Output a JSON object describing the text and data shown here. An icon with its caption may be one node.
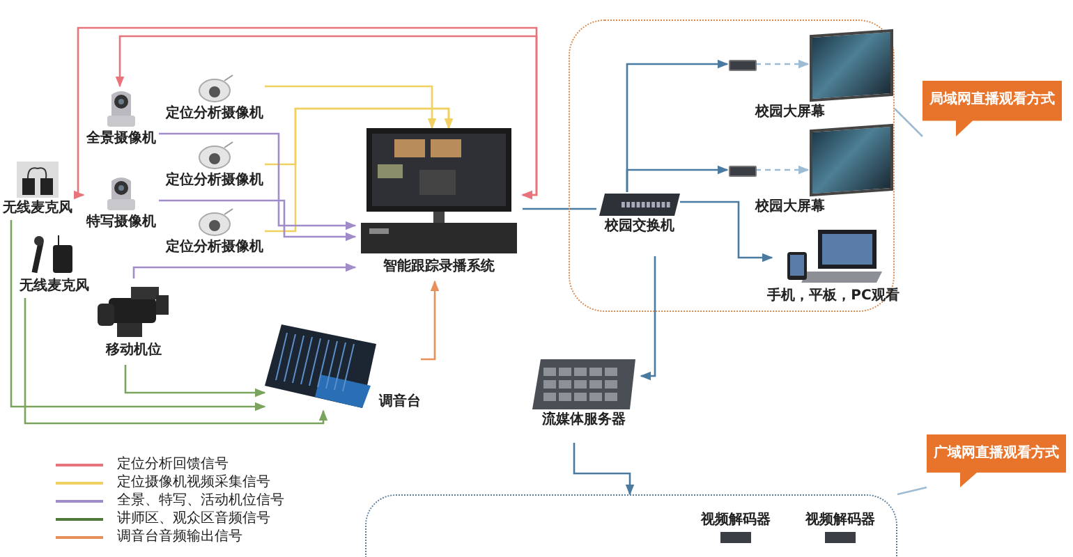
{
  "diagram": {
    "nodes": [
      {
        "text": [
          "全景摄像机"
        ]
      },
      {
        "text": [
          "特写摄像机"
        ]
      },
      {
        "text": [
          "定位分析摄像机"
        ]
      },
      {
        "text": [
          "定位分析摄像机"
        ]
      },
      {
        "text": [
          "定位分析摄像机"
        ]
      },
      {
        "text": [
          "无线麦克风"
        ]
      },
      {
        "text": [
          "无线麦克风"
        ]
      },
      {
        "text": [
          "移动机位"
        ]
      },
      {
        "text": [
          "智能跟踪录播系统"
        ]
      },
      {
        "text": [
          "调音台"
        ]
      },
      {
        "text": [],
        "shape": "box"
      },
      {
        "text": [
          "校园交换机"
        ],
        "in": 10
      },
      {
        "text": [],
        "shape": "box",
        "in": 10
      },
      {
        "text": [],
        "shape": "picture",
        "in": 10,
        "beside": [
          "校园大屏幕"
        ]
      },
      {
        "text": [],
        "shape": "box",
        "in": 10
      },
      {
        "text": [],
        "shape": "picture",
        "in": 10,
        "beside": [
          "校园大屏幕"
        ]
      },
      {
        "text": [
          "手机，平板，PC观看"
        ],
        "in": 10
      },
      {
        "text": [
          "局域网直播观看方式"
        ]
      },
      {
        "text": [
          "流媒体服务器"
        ]
      },
      {
        "text": [],
        "shape": "box"
      },
      {
        "text": [
          "视频解码器"
        ],
        "in": 19
      },
      {
        "text": [
          "视频解码器"
        ],
        "in": 19
      },
      {
        "text": [
          "广域网直播观看方式"
        ]
      }
    ],
    "edges": [
      {
        "from": 8,
        "to": 0,
        "arrow": "both",
        "color": "#e8737a"
      },
      {
        "from": 8,
        "to": 1,
        "arrow": "both",
        "color": "#e8737a"
      },
      {
        "from": 2,
        "to": 8,
        "arrow": "to",
        "color": "#f0d060"
      },
      {
        "from": 3,
        "to": 8,
        "arrow": "to",
        "color": "#f0d060"
      },
      {
        "from": 4,
        "to": 8,
        "arrow": "to",
        "color": "#f0d060"
      },
      {
        "from": 0,
        "to": 8,
        "arrow": "to",
        "color": "#a08cc8"
      },
      {
        "from": 1,
        "to": 8,
        "arrow": "to",
        "color": "#a08cc8"
      },
      {
        "from": 7,
        "to": 8,
        "arrow": "to",
        "color": "#a08cc8"
      },
      {
        "from": 5,
        "to": 9,
        "arrow": "to",
        "color": "#7aa35e"
      },
      {
        "from": 6,
        "to": 9,
        "arrow": "to",
        "color": "#7aa35e"
      },
      {
        "from": 7,
        "to": 9,
        "arrow": "to",
        "color": "#7aa35e"
      },
      {
        "from": 9,
        "to": 8,
        "arrow": "to",
        "color": "#e8905a"
      },
      {
        "from": 8,
        "to": 11,
        "arrow": "none"
      },
      {
        "from": 11,
        "to": 12,
        "arrow": "to"
      },
      {
        "from": 12,
        "to": 13,
        "arrow": "to",
        "style": "dashed",
        "color": "#9dbcd4"
      },
      {
        "from": 11,
        "to": 14,
        "arrow": "to"
      },
      {
        "from": 14,
        "to": 15,
        "arrow": "to",
        "style": "dashed",
        "color": "#9dbcd4"
      },
      {
        "from": 11,
        "to": 16,
        "arrow": "to"
      },
      {
        "from": 11,
        "to": 18,
        "arrow": "to"
      },
      {
        "from": 18,
        "to": 19,
        "arrow": "to"
      },
      {
        "from": 17,
        "to": 10,
        "arrow": "none",
        "color": "#9dbcd4"
      },
      {
        "from": 22,
        "to": 19,
        "arrow": "none",
        "color": "#9dbcd4"
      }
    ],
    "legend": [
      {
        "text": "定位分析回馈信号",
        "color": "#e8737a"
      },
      {
        "text": "定位摄像机视频采集信号",
        "color": "#f0d060"
      },
      {
        "text": "全景、特写、活动机位信号",
        "color": "#a08cc8"
      },
      {
        "text": "讲师区、观众区音频信号",
        "color": "#4f7a3a"
      },
      {
        "text": "调音台音频输出信号",
        "color": "#e8905a"
      }
    ]
  }
}
